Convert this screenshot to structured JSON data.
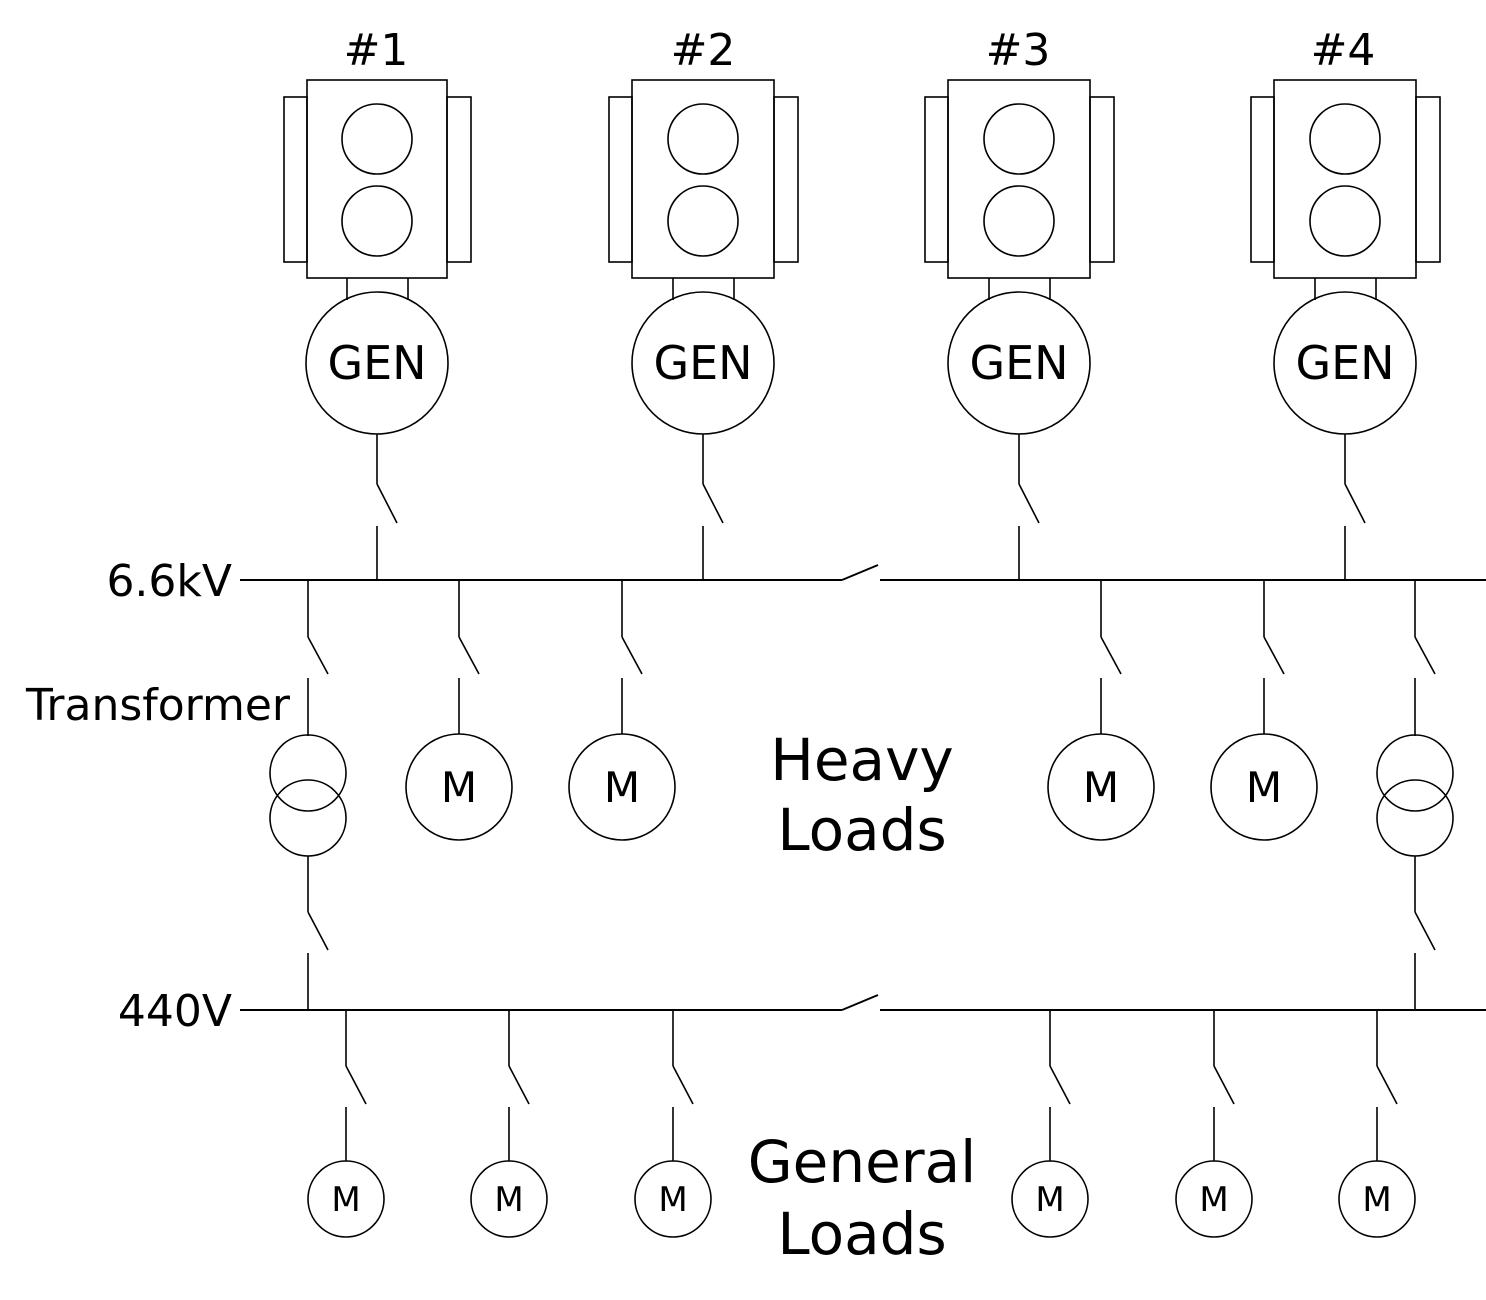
{
  "generators": [
    {
      "label": "#1",
      "symbol": "GEN"
    },
    {
      "label": "#2",
      "symbol": "GEN"
    },
    {
      "label": "#3",
      "symbol": "GEN"
    },
    {
      "label": "#4",
      "symbol": "GEN"
    }
  ],
  "buses": {
    "high_voltage": "6.6kV",
    "low_voltage": "440V"
  },
  "labels": {
    "transformer": "Transformer",
    "heavy_loads_line1": "Heavy",
    "heavy_loads_line2": "Loads",
    "general_loads_line1": "General",
    "general_loads_line2": "Loads"
  },
  "motor_symbol": "M"
}
